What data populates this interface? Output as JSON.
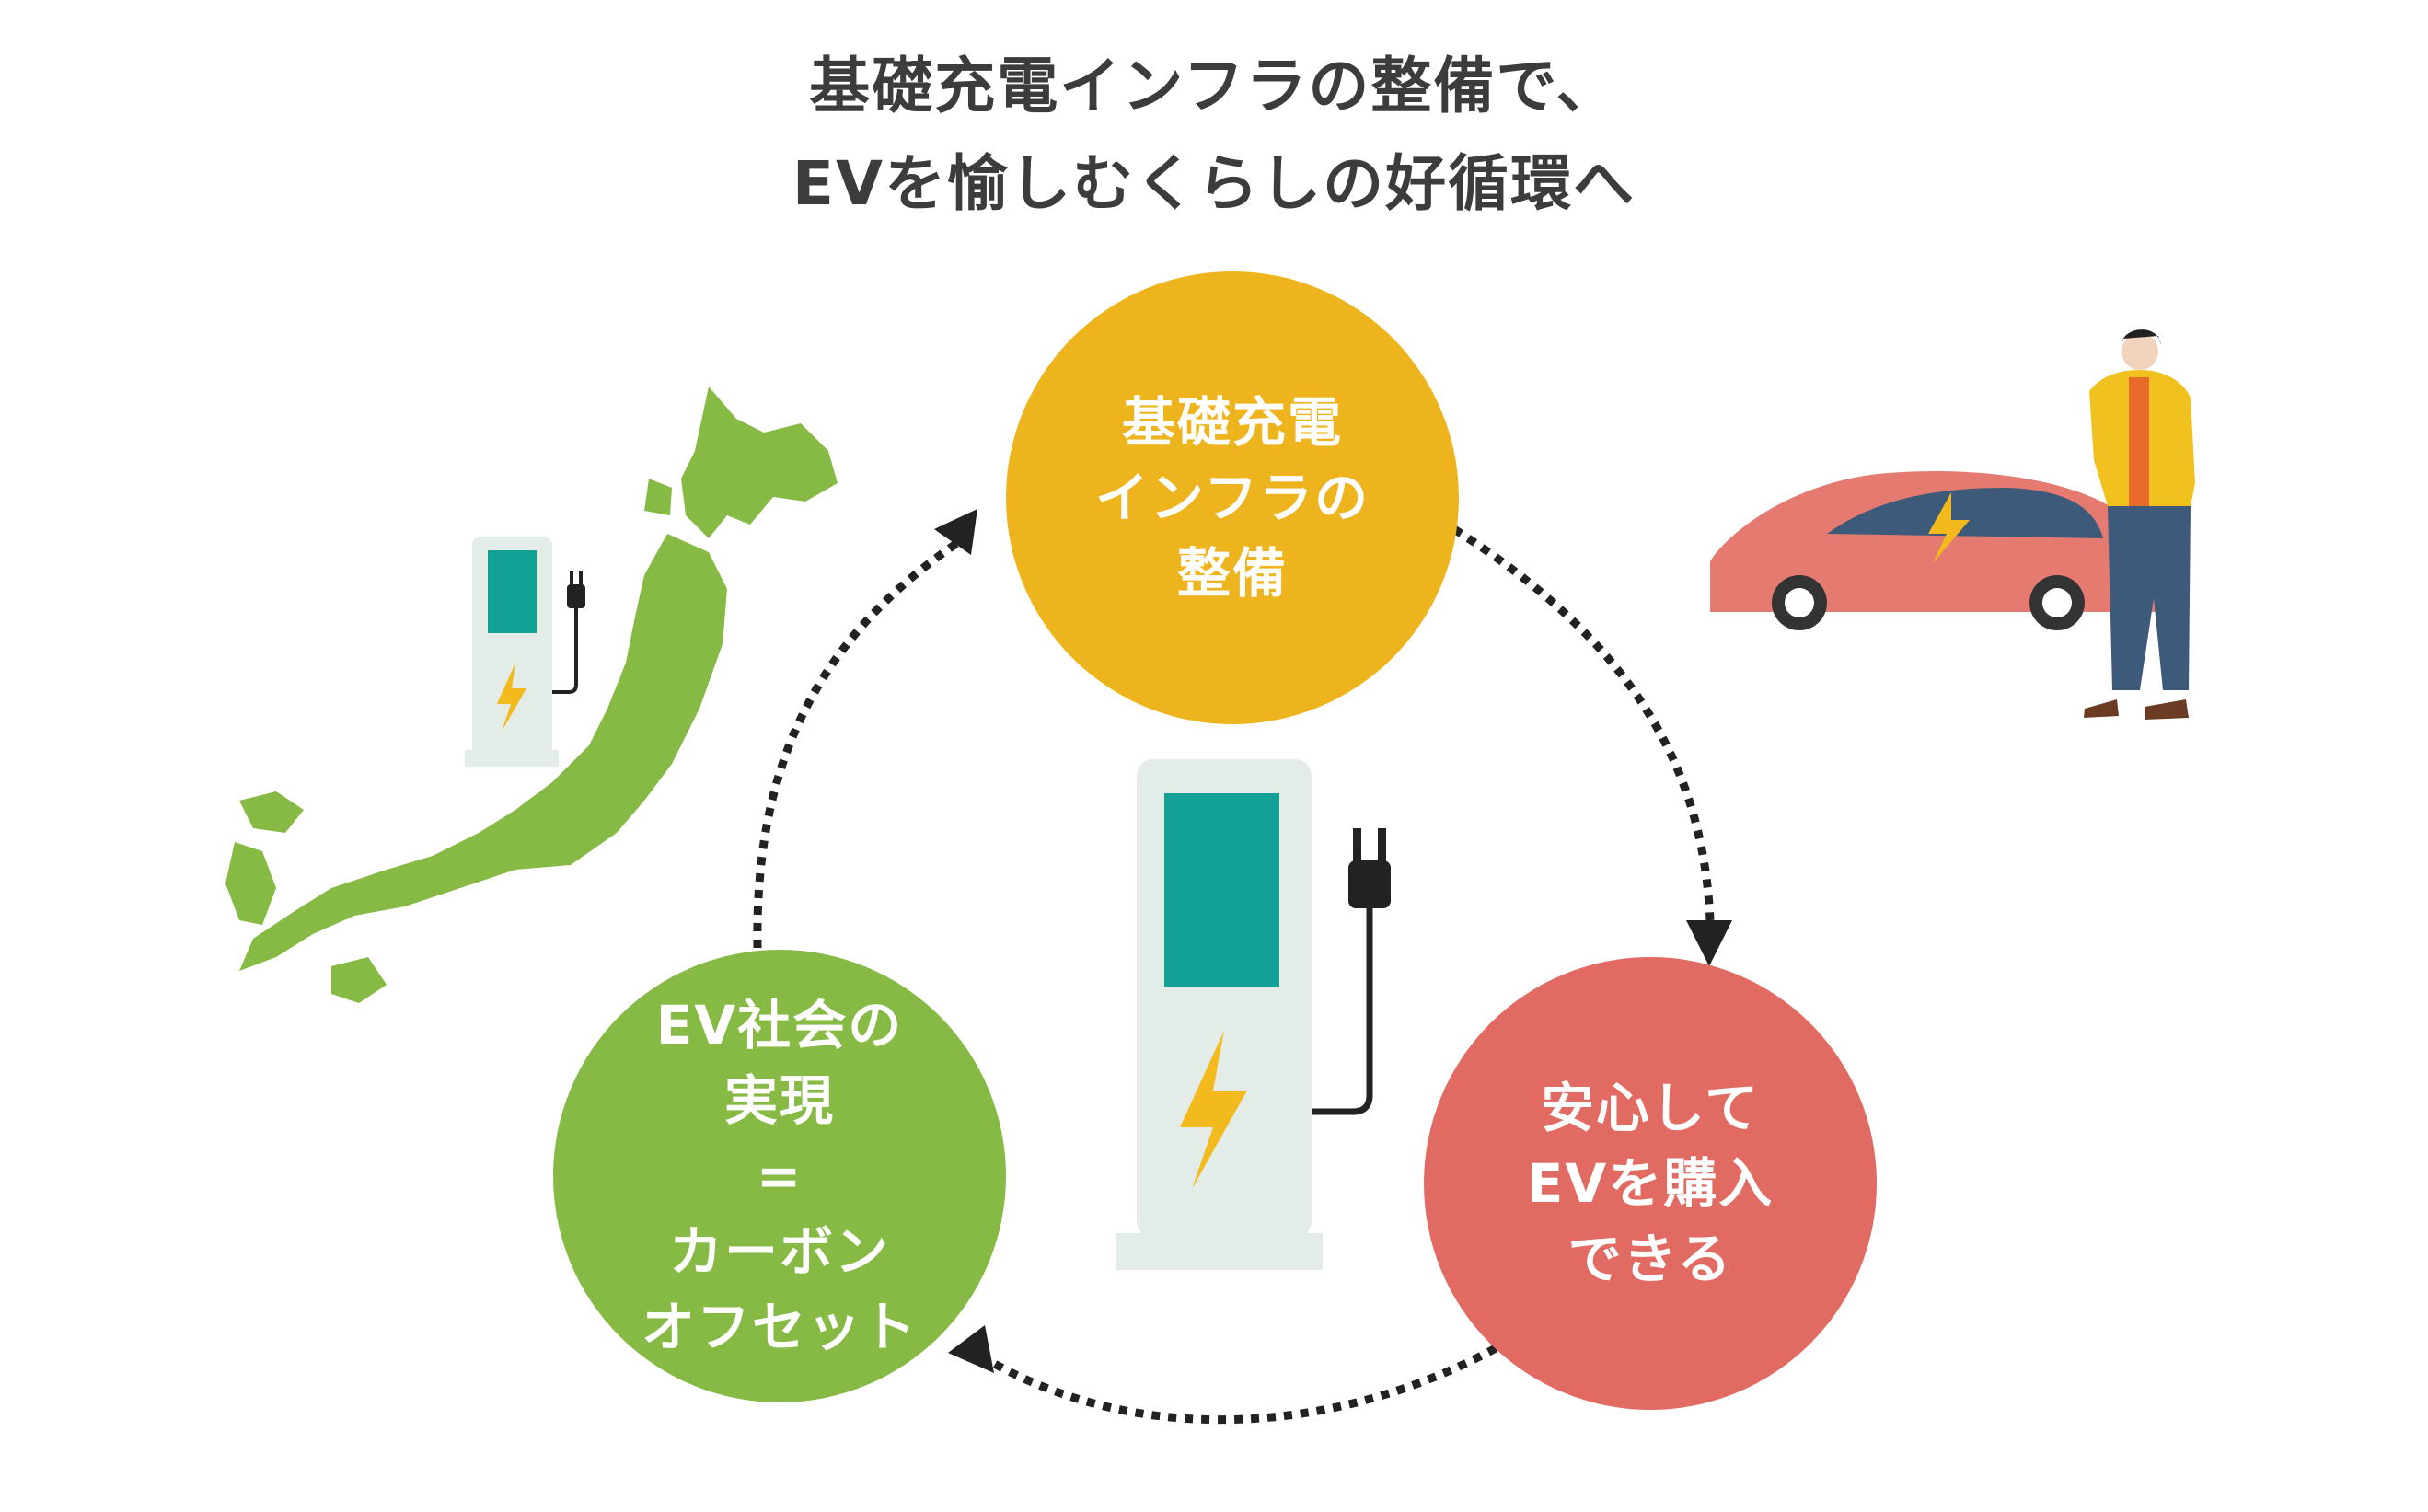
{
  "title": {
    "line1": "基礎充電インフラの整備で、",
    "line2": "EVを愉しむくらしの好循環へ"
  },
  "cycle": [
    {
      "id": "top",
      "label": "基礎充電\nインフラの\n整備",
      "color": "#EDB41E"
    },
    {
      "id": "right",
      "label": "安心して\nEVを購入\nできる",
      "color": "#E16B63"
    },
    {
      "id": "left",
      "label": "EV社会の\n実現\n=\nカーボン\nオフセット",
      "color": "#86BA45"
    }
  ],
  "colors": {
    "yellow": "#EDB41E",
    "red": "#E16B63",
    "green": "#86BA45",
    "teal": "#13A095",
    "station_body": "#E4ECE8",
    "bolt": "#F2BA1C",
    "arrow": "#222222",
    "car": "#E47A70",
    "car_window": "#3E5A7A",
    "person_jacket": "#F0C11F",
    "person_pants": "#3E5A7A",
    "map": "#86BA45"
  },
  "icons": {
    "center": "ev-charging-station-icon",
    "map": "japan-map-icon",
    "small_charger": "small-charging-station-icon",
    "car": "electric-car-icon",
    "person": "person-icon"
  }
}
